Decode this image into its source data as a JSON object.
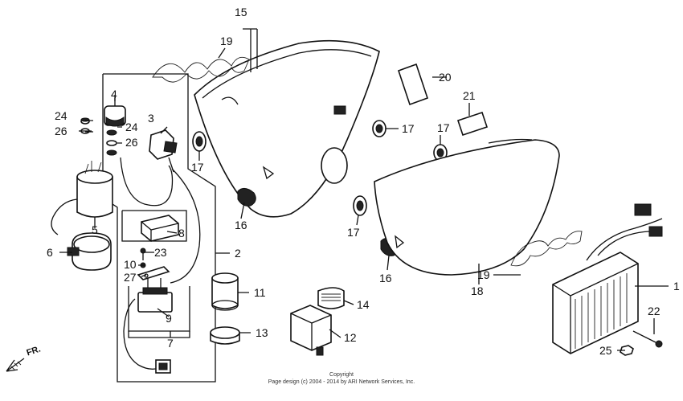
{
  "diagram": {
    "callouts": [
      "1",
      "2",
      "3",
      "4",
      "5",
      "6",
      "7",
      "8",
      "9",
      "10",
      "11",
      "12",
      "13",
      "14",
      "15",
      "16",
      "16",
      "17",
      "17",
      "17",
      "17",
      "18",
      "19",
      "19",
      "20",
      "21",
      "22",
      "23",
      "24",
      "24",
      "25",
      "26",
      "26",
      "27"
    ],
    "direction_label": "FR.",
    "copyright_line1": "Copyright",
    "copyright_line2": "Page design (c) 2004 - 2014 by ARI Network Services, Inc."
  }
}
